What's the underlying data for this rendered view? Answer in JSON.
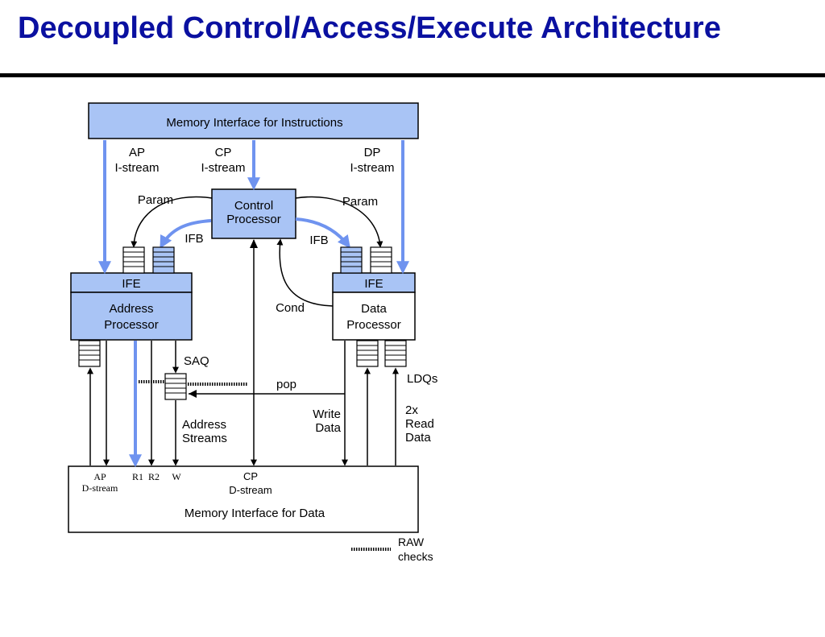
{
  "slide": {
    "title": "Decoupled Control/Access/Execute Architecture"
  },
  "diagram": {
    "mem_instr": "Memory Interface for Instructions",
    "ap_istream": [
      "AP",
      "I-stream"
    ],
    "cp_istream": [
      "CP",
      "I-stream"
    ],
    "dp_istream": [
      "DP",
      "I-stream"
    ],
    "param_left": "Param",
    "param_right": "Param",
    "control_processor": [
      "Control",
      "Processor"
    ],
    "ifb_left": "IFB",
    "ifb_right": "IFB",
    "ife_left": "IFE",
    "ife_right": "IFE",
    "address_processor": [
      "Address",
      "Processor"
    ],
    "data_processor": [
      "Data",
      "Processor"
    ],
    "cond": "Cond",
    "saq": "SAQ",
    "pop": "pop",
    "address_streams": [
      "Address",
      "Streams"
    ],
    "write_data": [
      "Write",
      "Data"
    ],
    "ldqs": "LDQs",
    "read_data": [
      "2x",
      "Read",
      "Data"
    ],
    "mem_data": "Memory Interface for Data",
    "ap_dstream": [
      "AP",
      "D-stream"
    ],
    "r1": "R1",
    "r2": "R2",
    "w": "W",
    "cp_dstream": [
      "CP",
      "D-stream"
    ],
    "raw_checks": [
      "RAW",
      "checks"
    ]
  },
  "colors": {
    "title": "#0a10a0",
    "box_fill": "#a9c4f5",
    "arrow_blue": "#6f93ef"
  }
}
